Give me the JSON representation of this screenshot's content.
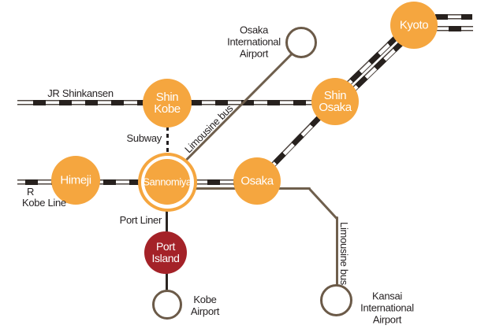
{
  "stations": {
    "kyoto": "Kyoto",
    "shin_kobe": "Shin\nKobe",
    "shin_osaka": "Shin\nOsaka",
    "himeji": "Himeji",
    "sannomiya": "Sannomiya",
    "osaka": "Osaka",
    "port_island": "Port\nIsland"
  },
  "airports": {
    "osaka_international": "Osaka\nInternational\nAirport",
    "kansai_international": "Kansai\nInternational\nAirport",
    "kobe": "Kobe\nAirport"
  },
  "lines": {
    "jr_shinkansen": "JR Shinkansen",
    "jr_kobe_line": "R\nKobe Line",
    "subway": "Subway",
    "limousine_bus_osaka_airport": "Limousine bus",
    "limousine_bus_kansai": "Limousine bus",
    "port_liner": "Port Liner"
  },
  "colors": {
    "station_fill": "#F5A63F",
    "port_island_fill": "#A42228",
    "bus_line": "#6F5F4D",
    "rail_dash": "#27211E",
    "rail_edge": "#4D443F",
    "airport_ring": "#6B5A48",
    "label_text": "#231F20",
    "station_text": "#FFFFFF"
  }
}
